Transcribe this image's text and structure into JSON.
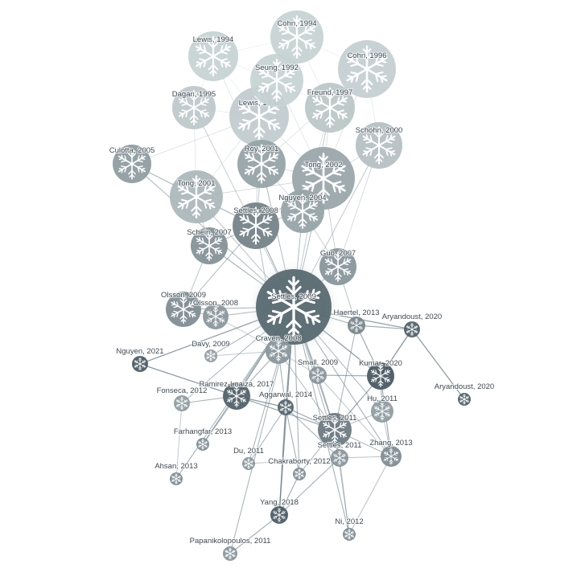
{
  "nodes": [
    {
      "id": "cohn1994",
      "label": "Cohn, 1994",
      "tone": 0.1
    },
    {
      "id": "lewis1994a",
      "label": "Lewis, 1994",
      "tone": 0.1
    },
    {
      "id": "cohn1996",
      "label": "Cohn, 1996",
      "tone": 0.12
    },
    {
      "id": "seung1992",
      "label": "Seung, 1992",
      "tone": 0.1
    },
    {
      "id": "dagan1995",
      "label": "Dagan, 1995",
      "tone": 0.16
    },
    {
      "id": "lewis1994b",
      "label": "Lewis, 1994",
      "tone": 0.14
    },
    {
      "id": "freund1997",
      "label": "Freund, 1997",
      "tone": 0.18
    },
    {
      "id": "schohn2000",
      "label": "Schohn, 2000",
      "tone": 0.22
    },
    {
      "id": "culotta2005",
      "label": "Culotta, 2005",
      "tone": 0.45
    },
    {
      "id": "roy2001",
      "label": "Roy, 2001",
      "tone": 0.4
    },
    {
      "id": "tong2002",
      "label": "Tong, 2002",
      "tone": 0.38
    },
    {
      "id": "tong2001",
      "label": "Tong, 2001",
      "tone": 0.28
    },
    {
      "id": "nguyen2004",
      "label": "Nguyen, 2004",
      "tone": 0.4
    },
    {
      "id": "settles2008",
      "label": "Settles, 2008",
      "tone": 0.62
    },
    {
      "id": "schein2007",
      "label": "Schein, 2007",
      "tone": 0.52
    },
    {
      "id": "guo2007",
      "label": "Guo, 2007",
      "tone": 0.5
    },
    {
      "id": "settles2009",
      "label": "Settles, 2009",
      "tone": 0.8
    },
    {
      "id": "olsson2009",
      "label": "Olsson, 2009",
      "tone": 0.55
    },
    {
      "id": "olsson2008",
      "label": "Olsson, 2008",
      "tone": 0.48
    },
    {
      "id": "haertel2013",
      "label": "Haertel, 2013",
      "tone": 0.6
    },
    {
      "id": "aryandoust2020a",
      "label": "Aryandoust, 2020",
      "tone": 0.85
    },
    {
      "id": "craven2008",
      "label": "Craven, 2008",
      "tone": 0.5
    },
    {
      "id": "davy2009",
      "label": "Davy, 2009",
      "tone": 0.45
    },
    {
      "id": "nguyen2021",
      "label": "Nguyen, 2021",
      "tone": 0.88
    },
    {
      "id": "small2009",
      "label": "Small, 2009",
      "tone": 0.5
    },
    {
      "id": "kumar2020",
      "label": "Kumar, 2020",
      "tone": 0.9
    },
    {
      "id": "ramirez2017",
      "label": "Ramirez-Loaiza, 2017",
      "tone": 0.85
    },
    {
      "id": "fonseca2012",
      "label": "Fonseca, 2012",
      "tone": 0.45
    },
    {
      "id": "aggarwal2014",
      "label": "Aggarwal, 2014",
      "tone": 0.82
    },
    {
      "id": "aryandoust2020b",
      "label": "Aryandoust, 2020",
      "tone": 0.85
    },
    {
      "id": "hu2011",
      "label": "Hu, 2011",
      "tone": 0.45
    },
    {
      "id": "settles2011a",
      "label": "Settles, 2011",
      "tone": 0.68
    },
    {
      "id": "farhangfar2013",
      "label": "Farhangfar, 2013",
      "tone": 0.55
    },
    {
      "id": "settles2011b",
      "label": "Settles, 2011",
      "tone": 0.5
    },
    {
      "id": "zhang2013",
      "label": "Zhang, 2013",
      "tone": 0.55
    },
    {
      "id": "du2011",
      "label": "Du, 2011",
      "tone": 0.5
    },
    {
      "id": "chakraborty2012",
      "label": "Chakraborty, 2012",
      "tone": 0.55
    },
    {
      "id": "ahsan2013",
      "label": "Ahsan, 2013",
      "tone": 0.55
    },
    {
      "id": "yang2018",
      "label": "Yang, 2018",
      "tone": 0.88
    },
    {
      "id": "ni2012",
      "label": "Ni, 2012",
      "tone": 0.55
    },
    {
      "id": "papanikolopoulos2011",
      "label": "Papanikolopoulos, 2011",
      "tone": 0.5
    }
  ],
  "edges": [
    [
      "cohn1994",
      "seung1992"
    ],
    [
      "cohn1994",
      "cohn1996"
    ],
    [
      "cohn1994",
      "lewis1994a"
    ],
    [
      "cohn1994",
      "freund1997"
    ],
    [
      "lewis1994a",
      "lewis1994b"
    ],
    [
      "lewis1994a",
      "seung1992"
    ],
    [
      "lewis1994a",
      "dagan1995"
    ],
    [
      "lewis1994a",
      "roy2001"
    ],
    [
      "cohn1996",
      "freund1997"
    ],
    [
      "cohn1996",
      "tong2002"
    ],
    [
      "cohn1996",
      "schohn2000"
    ],
    [
      "cohn1996",
      "roy2001"
    ],
    [
      "seung1992",
      "freund1997"
    ],
    [
      "seung1992",
      "lewis1994b"
    ],
    [
      "seung1992",
      "tong2002"
    ],
    [
      "seung1992",
      "roy2001"
    ],
    [
      "dagan1995",
      "lewis1994b"
    ],
    [
      "dagan1995",
      "tong2001"
    ],
    [
      "dagan1995",
      "settles2009"
    ],
    [
      "lewis1994b",
      "tong2001"
    ],
    [
      "lewis1994b",
      "roy2001"
    ],
    [
      "lewis1994b",
      "settles2008"
    ],
    [
      "lewis1994b",
      "tong2002"
    ],
    [
      "freund1997",
      "tong2002"
    ],
    [
      "freund1997",
      "nguyen2004"
    ],
    [
      "freund1997",
      "settles2009"
    ],
    [
      "schohn2000",
      "tong2002"
    ],
    [
      "schohn2000",
      "settles2009"
    ],
    [
      "schohn2000",
      "guo2007"
    ],
    [
      "culotta2005",
      "tong2001"
    ],
    [
      "culotta2005",
      "settles2008"
    ],
    [
      "culotta2005",
      "settles2009"
    ],
    [
      "culotta2005",
      "lewis1994b"
    ],
    [
      "roy2001",
      "tong2002"
    ],
    [
      "roy2001",
      "settles2008"
    ],
    [
      "roy2001",
      "nguyen2004"
    ],
    [
      "roy2001",
      "settles2009"
    ],
    [
      "tong2002",
      "tong2001"
    ],
    [
      "tong2002",
      "nguyen2004"
    ],
    [
      "tong2002",
      "settles2008"
    ],
    [
      "tong2002",
      "settles2009"
    ],
    [
      "tong2002",
      "guo2007"
    ],
    [
      "tong2001",
      "settles2008"
    ],
    [
      "tong2001",
      "schein2007"
    ],
    [
      "tong2001",
      "settles2009"
    ],
    [
      "nguyen2004",
      "settles2008"
    ],
    [
      "nguyen2004",
      "settles2009"
    ],
    [
      "nguyen2004",
      "guo2007"
    ],
    [
      "settles2008",
      "schein2007"
    ],
    [
      "settles2008",
      "settles2009"
    ],
    [
      "settles2008",
      "olsson2009"
    ],
    [
      "settles2008",
      "craven2008"
    ],
    [
      "schein2007",
      "settles2009"
    ],
    [
      "schein2007",
      "olsson2009"
    ],
    [
      "guo2007",
      "settles2009"
    ],
    [
      "guo2007",
      "haertel2013"
    ],
    [
      "settles2009",
      "olsson2009"
    ],
    [
      "settles2009",
      "olsson2008"
    ],
    [
      "settles2009",
      "haertel2013"
    ],
    [
      "settles2009",
      "aryandoust2020a"
    ],
    [
      "settles2009",
      "craven2008"
    ],
    [
      "settles2009",
      "small2009"
    ],
    [
      "settles2009",
      "kumar2020"
    ],
    [
      "settles2009",
      "ramirez2017"
    ],
    [
      "settles2009",
      "aggarwal2014"
    ],
    [
      "settles2009",
      "hu2011"
    ],
    [
      "settles2009",
      "settles2011a"
    ],
    [
      "settles2009",
      "zhang2013"
    ],
    [
      "settles2009",
      "settles2011b"
    ],
    [
      "settles2009",
      "chakraborty2012"
    ],
    [
      "settles2009",
      "yang2018"
    ],
    [
      "settles2009",
      "davy2009"
    ],
    [
      "settles2009",
      "fonseca2012"
    ],
    [
      "settles2009",
      "du2011"
    ],
    [
      "settles2009",
      "ni2012"
    ],
    [
      "settles2009",
      "nguyen2021"
    ],
    [
      "aryandoust2020a",
      "aryandoust2020b"
    ],
    [
      "aryandoust2020a",
      "haertel2013"
    ],
    [
      "aryandoust2020a",
      "kumar2020"
    ],
    [
      "haertel2013",
      "kumar2020"
    ],
    [
      "haertel2013",
      "settles2011a"
    ],
    [
      "olsson2009",
      "olsson2008"
    ],
    [
      "olsson2008",
      "craven2008"
    ],
    [
      "craven2008",
      "ramirez2017"
    ],
    [
      "craven2008",
      "small2009"
    ],
    [
      "craven2008",
      "aggarwal2014"
    ],
    [
      "craven2008",
      "settles2011a"
    ],
    [
      "small2009",
      "settles2011a"
    ],
    [
      "small2009",
      "kumar2020"
    ],
    [
      "small2009",
      "zhang2013"
    ],
    [
      "kumar2020",
      "hu2011"
    ],
    [
      "kumar2020",
      "settles2011a"
    ],
    [
      "kumar2020",
      "zhang2013"
    ],
    [
      "ramirez2017",
      "aggarwal2014"
    ],
    [
      "ramirez2017",
      "fonseca2012"
    ],
    [
      "ramirez2017",
      "settles2011a"
    ],
    [
      "ramirez2017",
      "farhangfar2013"
    ],
    [
      "aggarwal2014",
      "settles2011a"
    ],
    [
      "aggarwal2014",
      "chakraborty2012"
    ],
    [
      "aggarwal2014",
      "settles2011b"
    ],
    [
      "aggarwal2014",
      "yang2018"
    ],
    [
      "settles2011a",
      "settles2011b"
    ],
    [
      "settles2011a",
      "zhang2013"
    ],
    [
      "settles2011a",
      "hu2011"
    ],
    [
      "settles2011a",
      "chakraborty2012"
    ],
    [
      "settles2011b",
      "zhang2013"
    ],
    [
      "settles2011b",
      "yang2018"
    ],
    [
      "settles2011b",
      "ni2012"
    ],
    [
      "zhang2013",
      "hu2011"
    ],
    [
      "zhang2013",
      "ni2012"
    ],
    [
      "du2011",
      "settles2011b"
    ],
    [
      "du2011",
      "aggarwal2014"
    ],
    [
      "chakraborty2012",
      "yang2018"
    ],
    [
      "ahsan2013",
      "fonseca2012"
    ],
    [
      "ahsan2013",
      "settles2009"
    ],
    [
      "farhangfar2013",
      "settles2009"
    ],
    [
      "yang2018",
      "papanikolopoulos2011"
    ],
    [
      "ni2012",
      "settles2011a"
    ],
    [
      "papanikolopoulos2011",
      "settles2009"
    ],
    [
      "davy2009",
      "craven2008"
    ],
    [
      "nguyen2021",
      "ramirez2017"
    ]
  ]
}
